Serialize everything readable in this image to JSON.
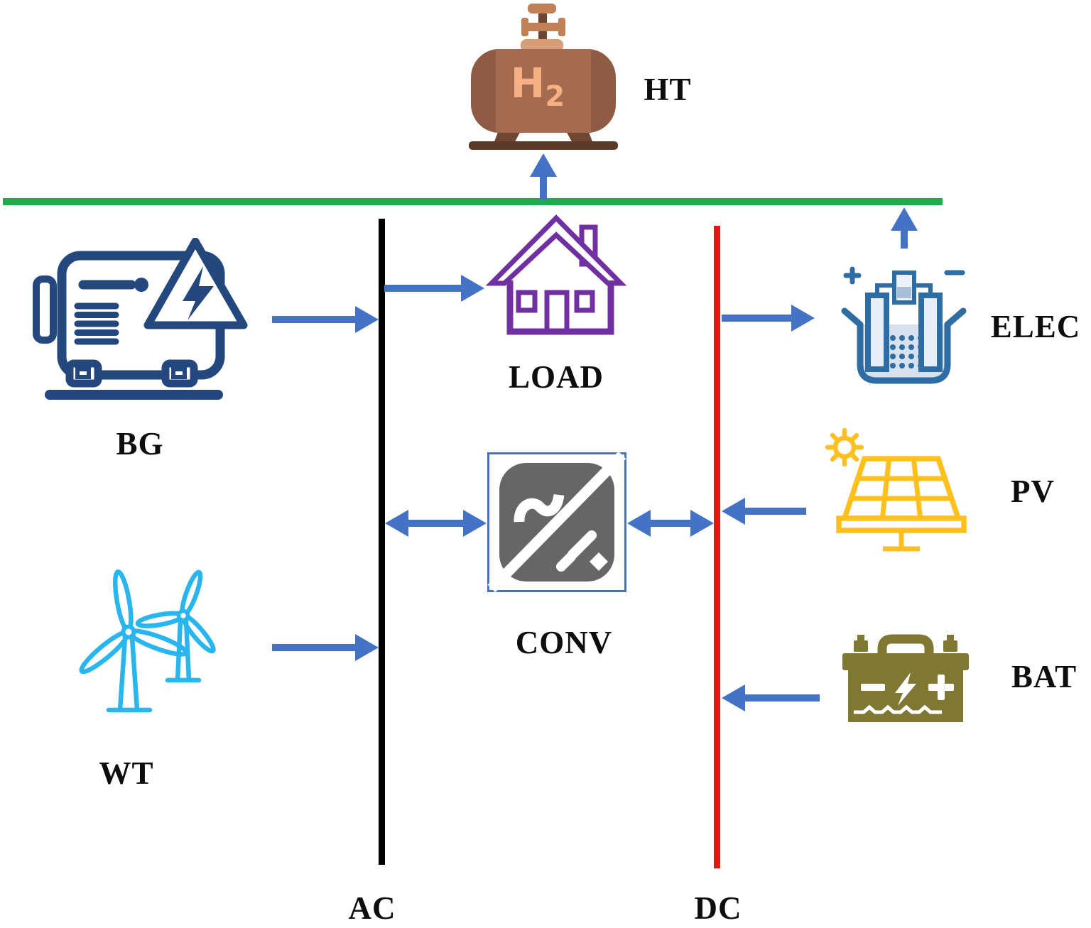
{
  "diagram_type": "hybrid-microgrid-architecture",
  "buses": {
    "h2": {
      "name": "hydrogen-bus",
      "color": "#21a94e"
    },
    "ac": {
      "label": "AC",
      "color": "#000000"
    },
    "dc": {
      "label": "DC",
      "color": "#f01010"
    }
  },
  "nodes": {
    "ht": {
      "label": "HT",
      "icon": "hydrogen-tank-icon",
      "tank_text": "H",
      "tank_subscript": "2"
    },
    "bg": {
      "label": "BG",
      "icon": "biogas-generator-icon"
    },
    "load": {
      "label": "LOAD",
      "icon": "house-icon"
    },
    "elec": {
      "label": "ELEC",
      "icon": "electrolyzer-icon",
      "plus": "+",
      "minus": "−"
    },
    "pv": {
      "label": "PV",
      "icon": "solar-panel-icon"
    },
    "conv": {
      "label": "CONV",
      "icon": "converter-icon"
    },
    "bat": {
      "label": "BAT",
      "icon": "battery-icon"
    },
    "wt": {
      "label": "WT",
      "icon": "wind-turbine-icon"
    }
  },
  "arrow_color": "#4472c4",
  "connections": [
    {
      "from": "BG",
      "to": "AC-bus",
      "bidirectional": false
    },
    {
      "from": "WT",
      "to": "AC-bus",
      "bidirectional": false
    },
    {
      "from": "AC-bus",
      "to": "LOAD",
      "bidirectional": false
    },
    {
      "from": "AC-bus",
      "to": "CONV",
      "bidirectional": true
    },
    {
      "from": "CONV",
      "to": "DC-bus",
      "bidirectional": true
    },
    {
      "from": "PV",
      "to": "DC-bus",
      "bidirectional": false
    },
    {
      "from": "BAT",
      "to": "DC-bus",
      "bidirectional": false
    },
    {
      "from": "DC-bus",
      "to": "ELEC",
      "bidirectional": false
    },
    {
      "from": "ELEC",
      "to": "H2-bus",
      "bidirectional": false
    },
    {
      "from": "H2-bus",
      "to": "HT",
      "bidirectional": false
    }
  ]
}
